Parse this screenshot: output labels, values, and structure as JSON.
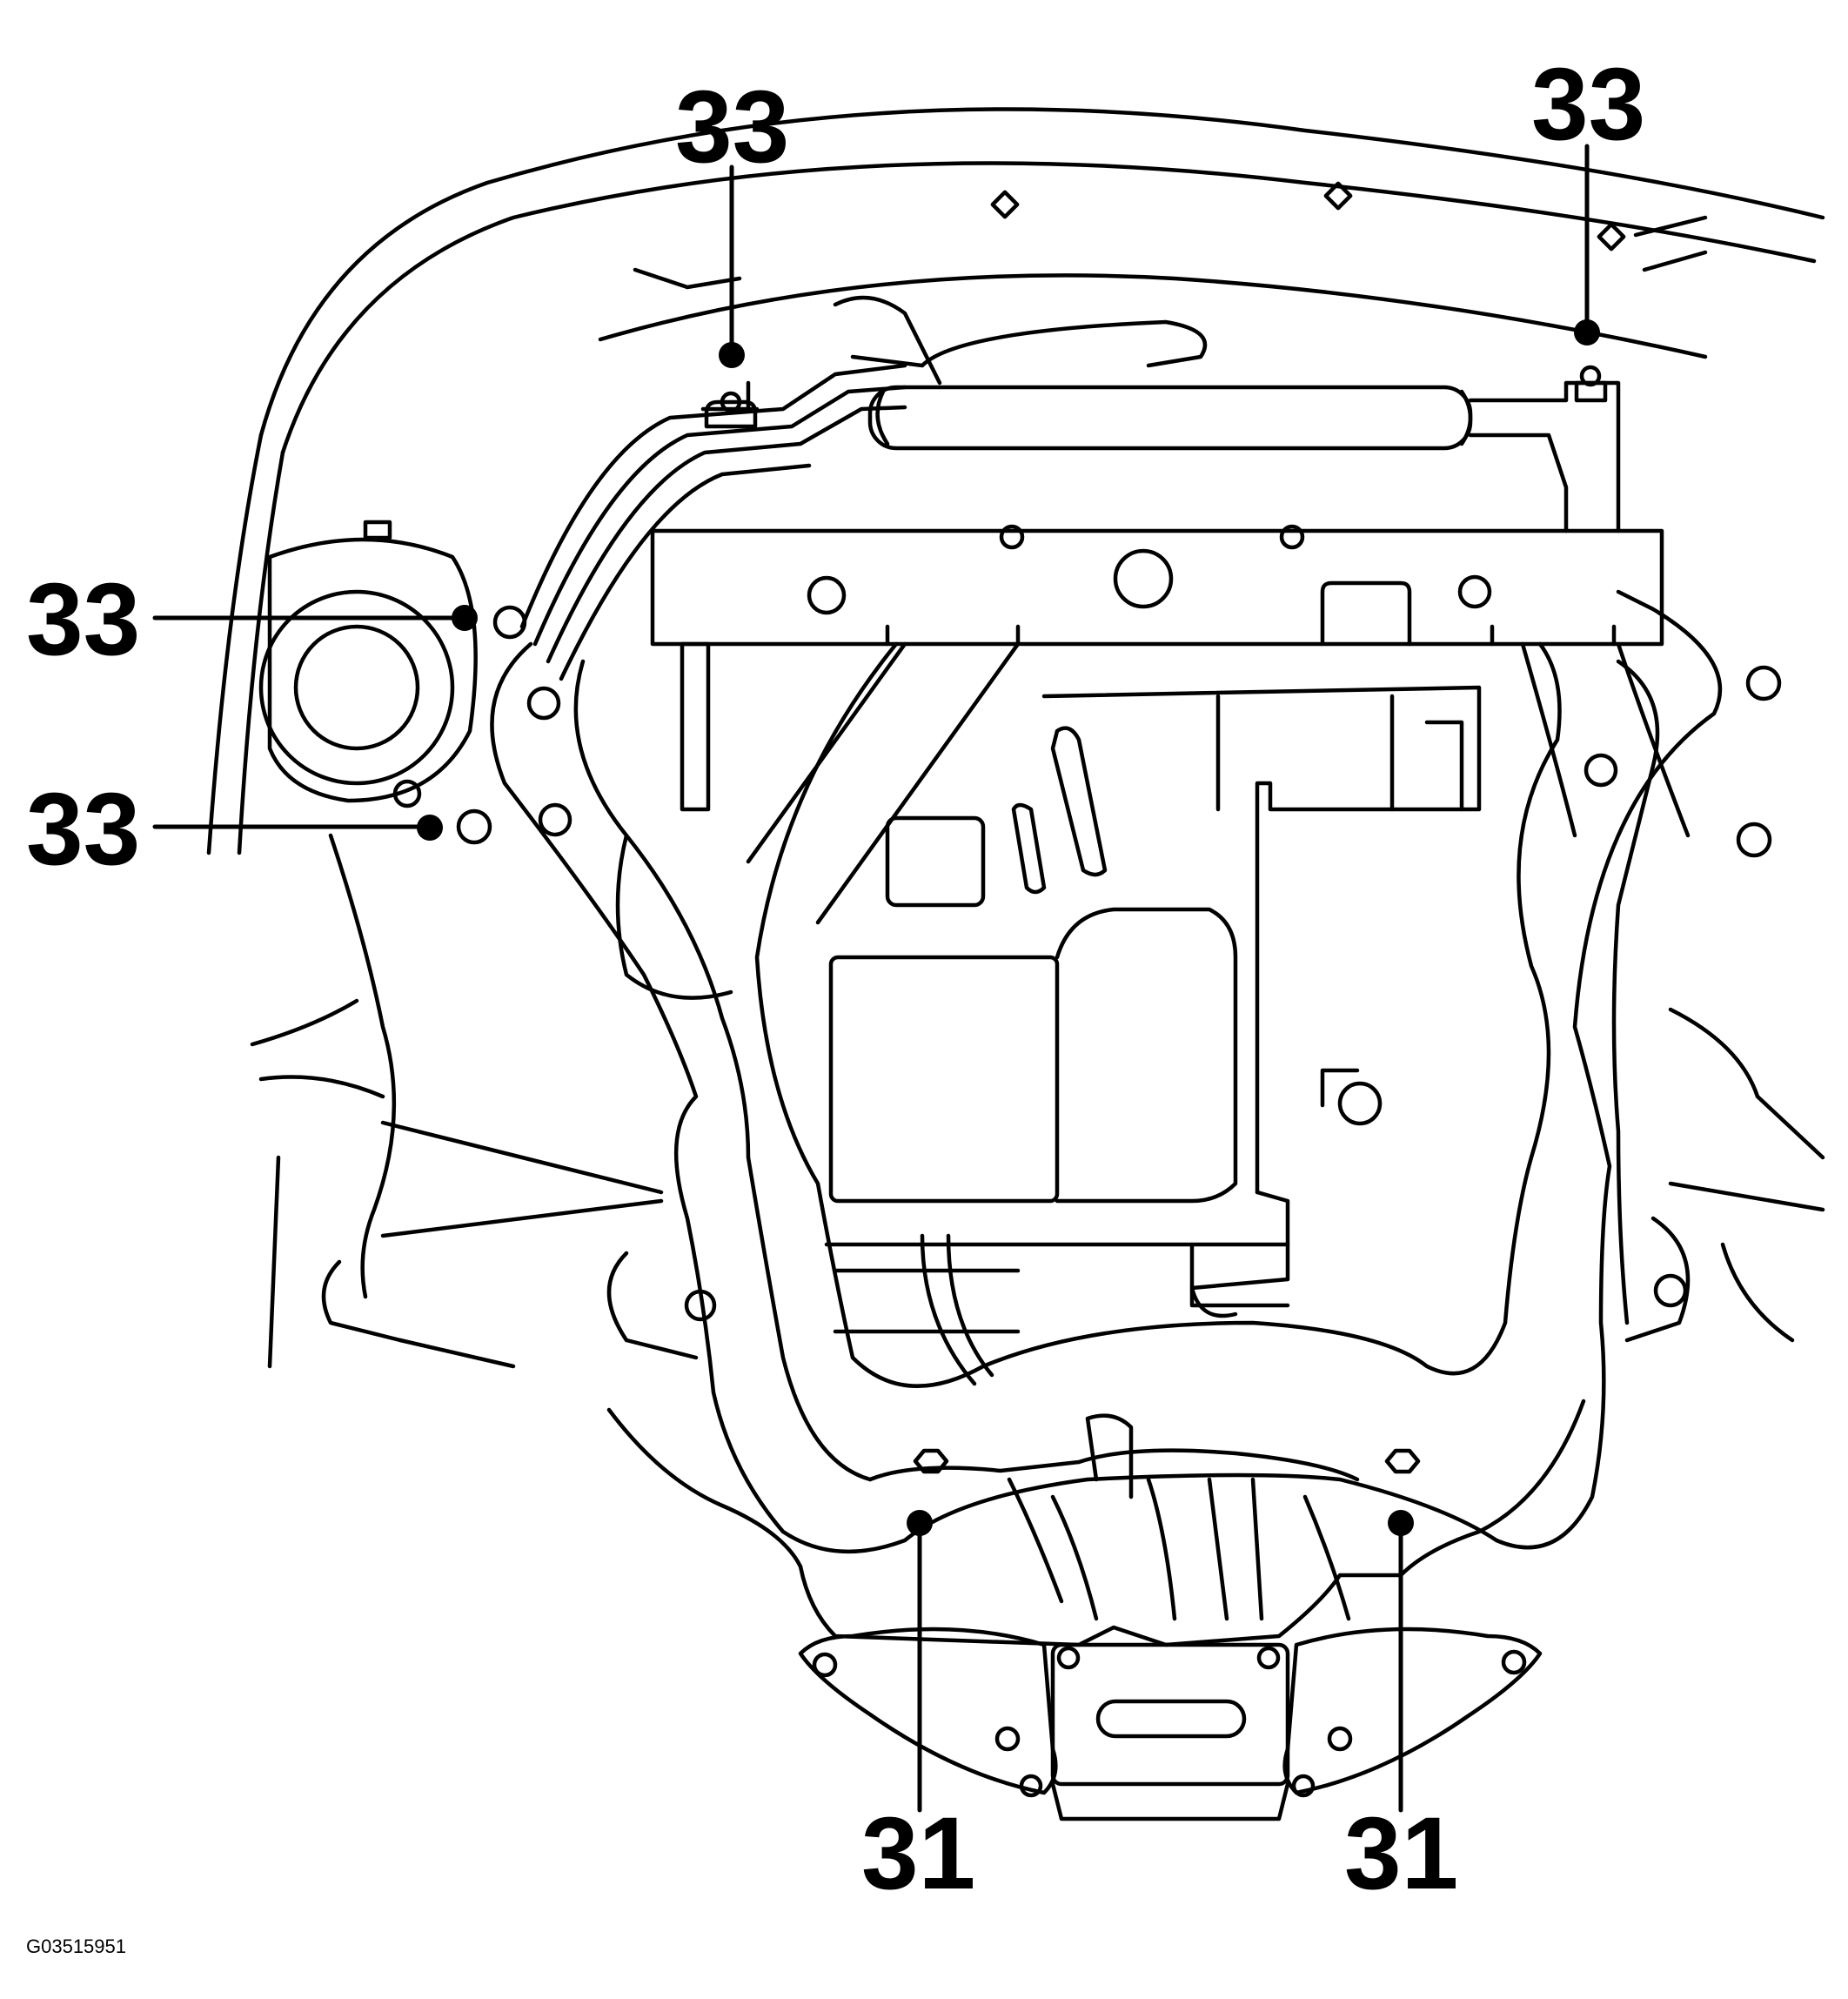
{
  "figure": {
    "id_label": "G03515951"
  },
  "callouts": [
    {
      "id": "top-left",
      "label": "33"
    },
    {
      "id": "top-right",
      "label": "33"
    },
    {
      "id": "left-upper",
      "label": "33"
    },
    {
      "id": "left-lower",
      "label": "33"
    },
    {
      "id": "bottom-left",
      "label": "31"
    },
    {
      "id": "bottom-right",
      "label": "31"
    }
  ]
}
